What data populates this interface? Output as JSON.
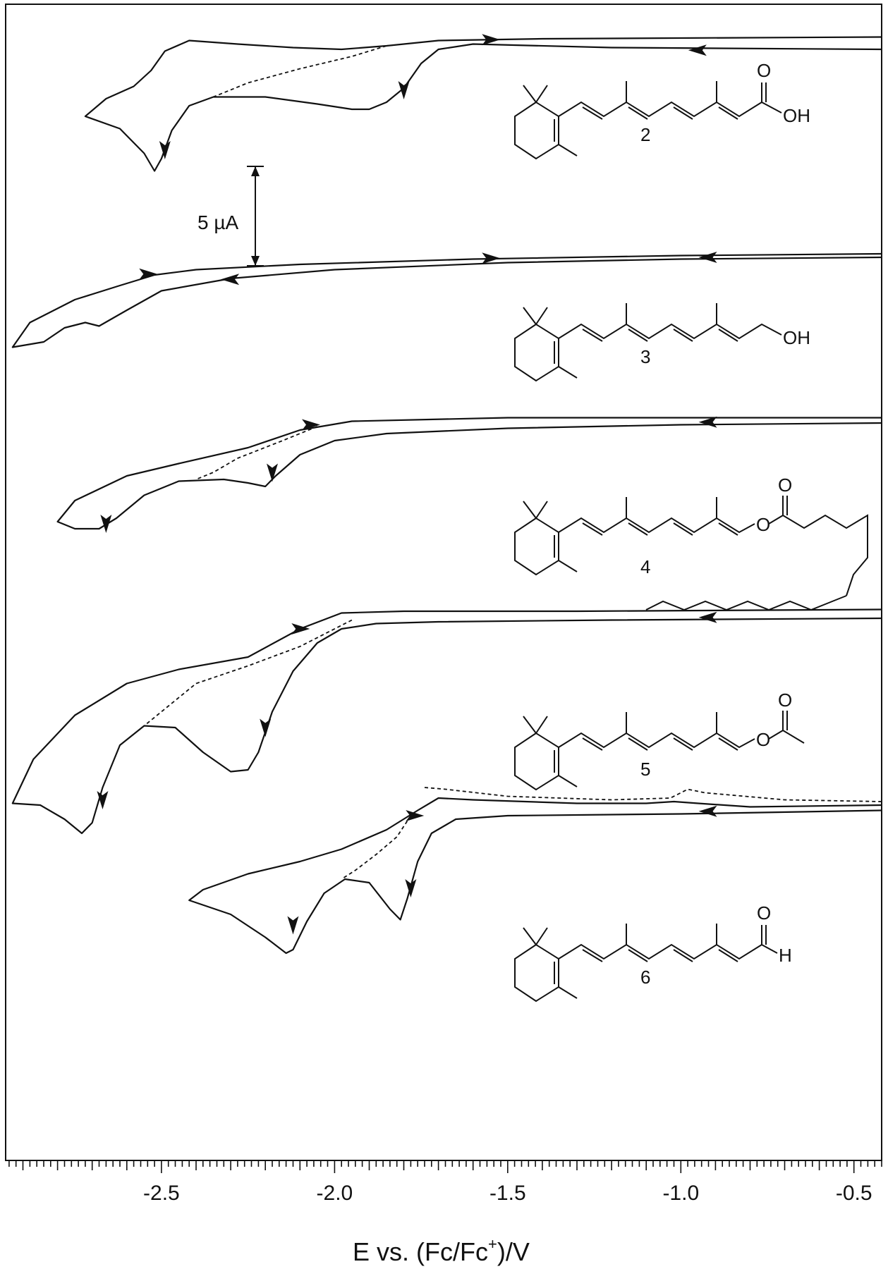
{
  "chart_data": {
    "type": "line",
    "xlabel_main": "E vs. (Fc/Fc",
    "xlabel_sup": "+",
    "xlabel_tail": ")/V",
    "xlim": [
      -2.95,
      -0.42
    ],
    "x_ticks": [
      {
        "value": -2.5,
        "label": "-2.5"
      },
      {
        "value": -2.0,
        "label": "-2.0"
      },
      {
        "value": -1.5,
        "label": "-1.5"
      },
      {
        "value": -1.0,
        "label": "-1.0"
      },
      {
        "value": -0.5,
        "label": "-0.5"
      }
    ],
    "minor_tick_step": 0.02,
    "major_tick_step": 0.1,
    "scale_bar": {
      "label": "5 µA",
      "value_uA": 5
    },
    "current_scale_px_per_uA": 25,
    "traces": [
      {
        "compound": "2",
        "baseline_y": 60,
        "solid": [
          [
            -0.42,
            -0.4
          ],
          [
            -1.2,
            -0.3
          ],
          [
            -1.6,
            -0.1
          ],
          [
            -1.7,
            -0.4
          ],
          [
            -1.75,
            -1.2
          ],
          [
            -1.8,
            -2.6
          ],
          [
            -1.85,
            -3.4
          ],
          [
            -1.9,
            -3.8
          ],
          [
            -1.95,
            -3.8
          ],
          [
            -2.05,
            -3.5
          ],
          [
            -2.2,
            -3.1
          ],
          [
            -2.35,
            -3.1
          ],
          [
            -2.42,
            -3.6
          ],
          [
            -2.47,
            -5.0
          ],
          [
            -2.5,
            -6.6
          ],
          [
            -2.52,
            -7.3
          ],
          [
            -2.55,
            -6.3
          ],
          [
            -2.62,
            -4.9
          ],
          [
            -2.72,
            -4.2
          ],
          [
            -2.66,
            -3.2
          ],
          [
            -2.58,
            -2.5
          ],
          [
            -2.53,
            -1.6
          ],
          [
            -2.49,
            -0.5
          ],
          [
            -2.42,
            0.1
          ],
          [
            -2.28,
            -0.1
          ],
          [
            -2.12,
            -0.3
          ],
          [
            -1.98,
            -0.4
          ],
          [
            -1.85,
            -0.2
          ],
          [
            -1.7,
            0.1
          ],
          [
            -1.4,
            0.2
          ],
          [
            -0.42,
            0.3
          ]
        ],
        "dashed": [
          [
            -1.85,
            -0.2
          ],
          [
            -1.95,
            -0.8
          ],
          [
            -2.1,
            -1.5
          ],
          [
            -2.25,
            -2.3
          ],
          [
            -2.35,
            -3.1
          ]
        ],
        "arrows": [
          [
            -1.55,
            0.15,
            "right"
          ],
          [
            -0.95,
            -0.45,
            "left"
          ],
          [
            -1.8,
            -2.6,
            "down"
          ],
          [
            -2.49,
            -6.0,
            "down"
          ]
        ]
      },
      {
        "compound": "3",
        "baseline_y": 360,
        "solid": [
          [
            -0.42,
            -0.2
          ],
          [
            -1.0,
            -0.3
          ],
          [
            -1.5,
            -0.5
          ],
          [
            -2.0,
            -0.9
          ],
          [
            -2.3,
            -1.4
          ],
          [
            -2.5,
            -2.1
          ],
          [
            -2.6,
            -3.2
          ],
          [
            -2.68,
            -4.1
          ],
          [
            -2.72,
            -3.9
          ],
          [
            -2.78,
            -4.2
          ],
          [
            -2.84,
            -5.0
          ],
          [
            -2.93,
            -5.3
          ],
          [
            -2.88,
            -3.9
          ],
          [
            -2.75,
            -2.6
          ],
          [
            -2.62,
            -1.8
          ],
          [
            -2.52,
            -1.2
          ],
          [
            -2.4,
            -0.9
          ],
          [
            -2.1,
            -0.6
          ],
          [
            -1.6,
            -0.3
          ],
          [
            -1.0,
            -0.1
          ],
          [
            -0.42,
            0.0
          ]
        ],
        "dashed": [],
        "arrows": [
          [
            -1.55,
            -0.25,
            "right"
          ],
          [
            -0.92,
            -0.2,
            "left"
          ],
          [
            -2.54,
            -1.15,
            "right"
          ],
          [
            -2.3,
            -1.45,
            "left"
          ]
        ]
      },
      {
        "compound": "4",
        "baseline_y": 595,
        "solid": [
          [
            -0.42,
            -0.2
          ],
          [
            -1.0,
            -0.3
          ],
          [
            -1.5,
            -0.5
          ],
          [
            -1.85,
            -0.8
          ],
          [
            -2.0,
            -1.2
          ],
          [
            -2.1,
            -2.0
          ],
          [
            -2.17,
            -3.2
          ],
          [
            -2.2,
            -3.8
          ],
          [
            -2.25,
            -3.6
          ],
          [
            -2.32,
            -3.4
          ],
          [
            -2.45,
            -3.5
          ],
          [
            -2.55,
            -4.3
          ],
          [
            -2.63,
            -5.6
          ],
          [
            -2.68,
            -6.2
          ],
          [
            -2.75,
            -6.2
          ],
          [
            -2.8,
            -5.8
          ],
          [
            -2.75,
            -4.6
          ],
          [
            -2.6,
            -3.2
          ],
          [
            -2.45,
            -2.5
          ],
          [
            -2.25,
            -1.6
          ],
          [
            -2.1,
            -0.6
          ],
          [
            -1.95,
            -0.1
          ],
          [
            -1.5,
            0.1
          ],
          [
            -0.42,
            0.1
          ]
        ],
        "dashed": [
          [
            -2.05,
            -0.4
          ],
          [
            -2.15,
            -1.2
          ],
          [
            -2.28,
            -2.2
          ],
          [
            -2.35,
            -3.0
          ],
          [
            -2.4,
            -3.4
          ]
        ],
        "arrows": [
          [
            -2.07,
            -0.3,
            "right"
          ],
          [
            -0.92,
            -0.15,
            "left"
          ],
          [
            -2.18,
            -2.9,
            "down"
          ],
          [
            -2.66,
            -5.8,
            "down"
          ]
        ]
      },
      {
        "compound": "5",
        "baseline_y": 867,
        "solid": [
          [
            -0.42,
            -0.4
          ],
          [
            -1.2,
            -0.5
          ],
          [
            -1.7,
            -0.6
          ],
          [
            -1.88,
            -0.7
          ],
          [
            -1.98,
            -1.0
          ],
          [
            -2.05,
            -1.8
          ],
          [
            -2.12,
            -3.4
          ],
          [
            -2.18,
            -5.7
          ],
          [
            -2.22,
            -8.0
          ],
          [
            -2.25,
            -9.0
          ],
          [
            -2.3,
            -9.1
          ],
          [
            -2.38,
            -8.0
          ],
          [
            -2.46,
            -6.6
          ],
          [
            -2.55,
            -6.5
          ],
          [
            -2.62,
            -7.6
          ],
          [
            -2.67,
            -10.0
          ],
          [
            -2.7,
            -12.0
          ],
          [
            -2.73,
            -12.6
          ],
          [
            -2.78,
            -11.8
          ],
          [
            -2.85,
            -11.0
          ],
          [
            -2.93,
            -10.9
          ],
          [
            -2.87,
            -8.4
          ],
          [
            -2.75,
            -5.9
          ],
          [
            -2.6,
            -4.1
          ],
          [
            -2.45,
            -3.3
          ],
          [
            -2.25,
            -2.6
          ],
          [
            -2.1,
            -1.0
          ],
          [
            -1.98,
            -0.1
          ],
          [
            -1.8,
            0.0
          ],
          [
            -1.3,
            0.0
          ],
          [
            -0.42,
            0.1
          ]
        ],
        "dashed": [
          [
            -1.95,
            -0.5
          ],
          [
            -2.1,
            -2.0
          ],
          [
            -2.25,
            -3.1
          ],
          [
            -2.4,
            -4.1
          ],
          [
            -2.55,
            -6.5
          ]
        ],
        "arrows": [
          [
            -2.1,
            -1.0,
            "right"
          ],
          [
            -0.92,
            -0.35,
            "left"
          ],
          [
            -2.2,
            -6.5,
            "down"
          ],
          [
            -2.67,
            -10.6,
            "down"
          ]
        ]
      },
      {
        "compound": "6",
        "baseline_y": 1137,
        "solid": [
          [
            -0.42,
            -0.5
          ],
          [
            -1.0,
            -0.7
          ],
          [
            -1.5,
            -0.8
          ],
          [
            -1.65,
            -1.0
          ],
          [
            -1.72,
            -1.8
          ],
          [
            -1.76,
            -3.4
          ],
          [
            -1.79,
            -5.5
          ],
          [
            -1.81,
            -6.7
          ],
          [
            -1.84,
            -6.1
          ],
          [
            -1.9,
            -4.6
          ],
          [
            -1.97,
            -4.4
          ],
          [
            -2.03,
            -5.2
          ],
          [
            -2.08,
            -6.8
          ],
          [
            -2.12,
            -8.4
          ],
          [
            -2.14,
            -8.6
          ],
          [
            -2.2,
            -7.7
          ],
          [
            -2.3,
            -6.4
          ],
          [
            -2.42,
            -5.6
          ],
          [
            -2.38,
            -5.0
          ],
          [
            -2.25,
            -4.1
          ],
          [
            -2.1,
            -3.4
          ],
          [
            -1.98,
            -2.7
          ],
          [
            -1.85,
            -1.6
          ],
          [
            -1.76,
            -0.5
          ],
          [
            -1.7,
            0.2
          ],
          [
            -1.6,
            0.1
          ],
          [
            -1.3,
            -0.1
          ],
          [
            -1.1,
            -0.1
          ],
          [
            -1.02,
            0.0
          ],
          [
            -0.95,
            -0.1
          ],
          [
            -0.8,
            -0.3
          ],
          [
            -0.42,
            -0.2
          ]
        ],
        "dashed": [
          [
            -1.74,
            0.8
          ],
          [
            -1.68,
            0.7
          ],
          [
            -1.5,
            0.3
          ],
          [
            -1.2,
            0.1
          ],
          [
            -1.03,
            0.2
          ],
          [
            -0.98,
            0.7
          ],
          [
            -0.93,
            0.5
          ],
          [
            -0.7,
            0.1
          ],
          [
            -0.42,
            0.0
          ]
        ],
        "dashed2": [
          [
            -1.78,
            -0.8
          ],
          [
            -1.82,
            -2.0
          ],
          [
            -1.88,
            -3.0
          ],
          [
            -1.94,
            -3.9
          ],
          [
            -1.98,
            -4.4
          ]
        ],
        "arrows": [
          [
            -1.77,
            -0.8,
            "right"
          ],
          [
            -0.92,
            -0.55,
            "left"
          ],
          [
            -1.78,
            -4.8,
            "down"
          ],
          [
            -2.12,
            -6.9,
            "down"
          ]
        ]
      }
    ]
  },
  "compounds": {
    "c2": {
      "label": "2",
      "group": "OH",
      "o": "O"
    },
    "c3": {
      "label": "3",
      "group": "OH"
    },
    "c4": {
      "label": "4",
      "o1": "O",
      "o2": "O"
    },
    "c5": {
      "label": "5",
      "o1": "O",
      "o2": "O"
    },
    "c6": {
      "label": "6",
      "o": "O",
      "h": "H"
    }
  }
}
